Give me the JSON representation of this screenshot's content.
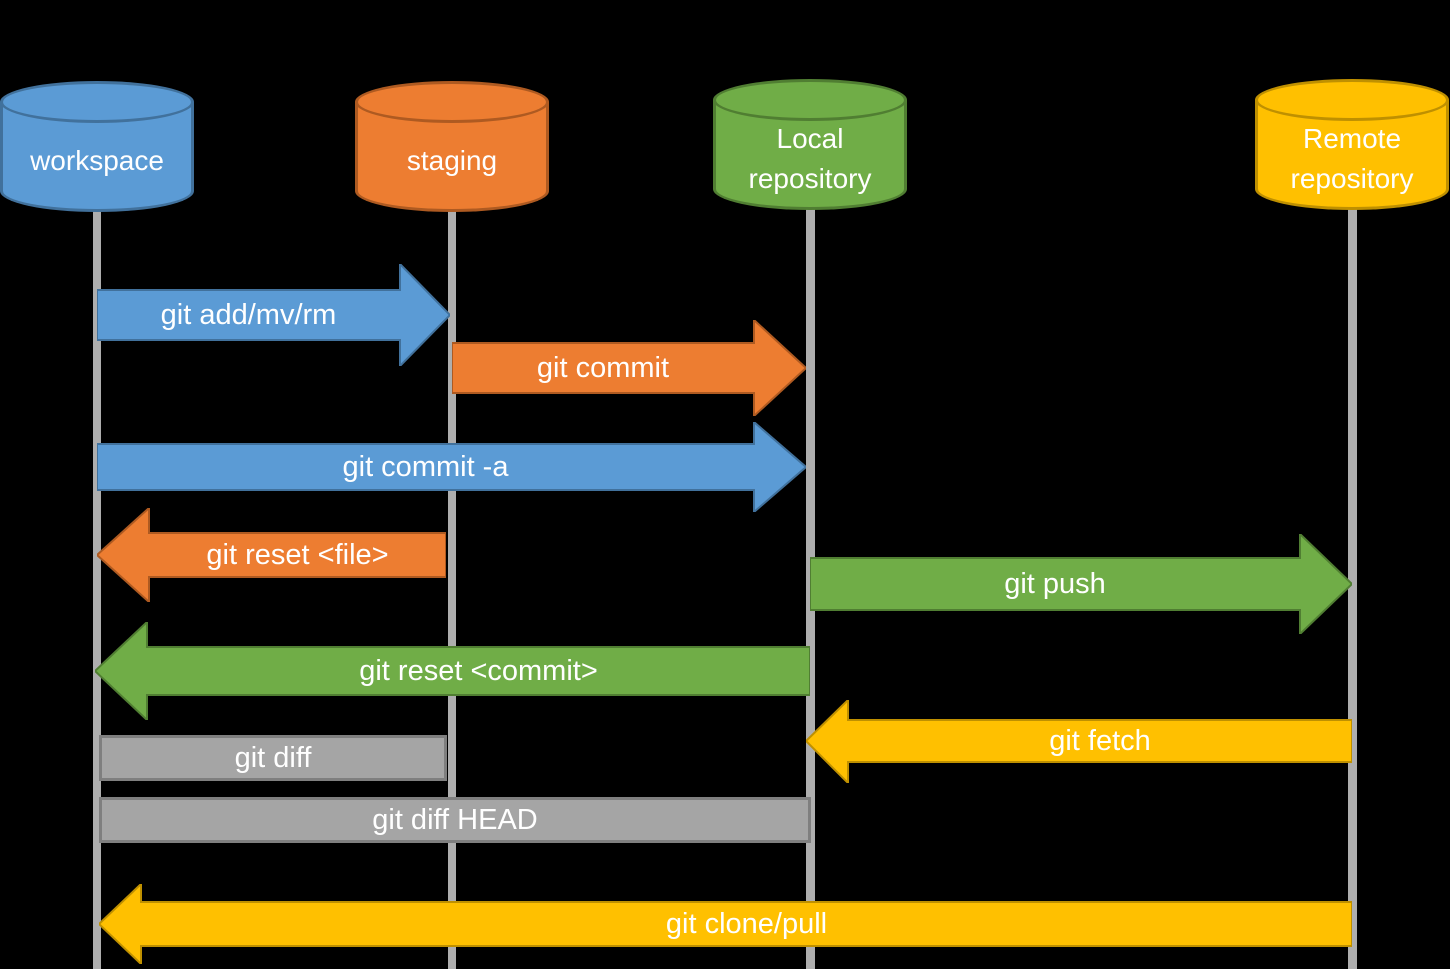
{
  "palette": {
    "background": "#000000",
    "text": "#ffffff",
    "lifeline": "#aeaeae",
    "blue_fill": "#5b9bd5",
    "blue_stroke": "#41719c",
    "orange_fill": "#ed7d31",
    "orange_stroke": "#ae5a21",
    "green_fill": "#70ad47",
    "green_stroke": "#507e32",
    "yellow_fill": "#ffc000",
    "yellow_stroke": "#bf9000",
    "gray_fill": "#a5a5a5",
    "gray_stroke": "#7f7f7f"
  },
  "nodes": {
    "workspace": {
      "label": "workspace",
      "color": "#5b9bd5"
    },
    "staging": {
      "label": "staging",
      "color": "#ed7d31"
    },
    "local": {
      "line1": "Local",
      "line2": "repository",
      "color": "#70ad47"
    },
    "remote": {
      "line1": "Remote",
      "line2": "repository",
      "color": "#ffc000"
    }
  },
  "flows": [
    {
      "label": "git add/mv/rm",
      "from": "workspace",
      "to": "staging",
      "color": "#5b9bd5",
      "direction": "right"
    },
    {
      "label": "git commit",
      "from": "staging",
      "to": "local",
      "color": "#ed7d31",
      "direction": "right"
    },
    {
      "label": "git commit -a",
      "from": "workspace",
      "to": "local",
      "color": "#5b9bd5",
      "direction": "right"
    },
    {
      "label": "git reset <file>",
      "from": "staging",
      "to": "workspace",
      "color": "#ed7d31",
      "direction": "left"
    },
    {
      "label": "git push",
      "from": "local",
      "to": "remote",
      "color": "#70ad47",
      "direction": "right"
    },
    {
      "label": "git reset <commit>",
      "from": "local",
      "to": "workspace",
      "color": "#70ad47",
      "direction": "left"
    },
    {
      "label": "git fetch",
      "from": "remote",
      "to": "local",
      "color": "#ffc000",
      "direction": "left"
    },
    {
      "label": "git diff",
      "from": "workspace",
      "to": "staging",
      "color": "#a5a5a5",
      "direction": "none"
    },
    {
      "label": "git diff HEAD",
      "from": "workspace",
      "to": "local",
      "color": "#a5a5a5",
      "direction": "none"
    },
    {
      "label": "git clone/pull",
      "from": "remote",
      "to": "workspace",
      "color": "#ffc000",
      "direction": "left"
    }
  ]
}
